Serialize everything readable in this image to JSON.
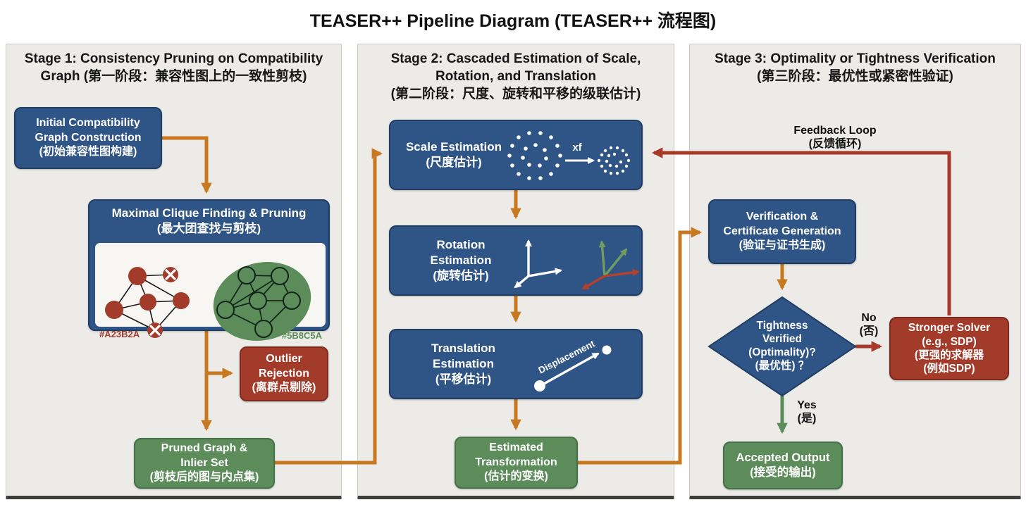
{
  "title": "TEASER++ Pipeline Diagram (TEASER++ 流程图)",
  "stage1": {
    "header": "Stage 1: Consistency Pruning on Compatibility\nGraph (第一阶段：兼容性图上的一致性剪枝)",
    "box_initial": "Initial Compatibility\nGraph Construction\n(初始兼容性图构建)",
    "box_clique_title": "Maximal Clique Finding & Pruning\n(最大团查找与剪枝)",
    "label_pruned_hex": "#A23B2A",
    "label_kept_hex": "#5B8C5A",
    "box_outlier": "Outlier\nRejection\n(离群点剔除)",
    "box_pruned": "Pruned Graph &\nInlier Set\n(剪枝后的图与内点集)"
  },
  "stage2": {
    "header": "Stage 2: Cascaded Estimation of Scale,\nRotation, and Translation\n(第二阶段：尺度、旋转和平移的级联估计)",
    "box_scale": "Scale Estimation\n(尺度估计)",
    "scale_arrow_label": "xf",
    "box_rotation": "Rotation\nEstimation\n(旋转估计)",
    "box_translation": "Translation\nEstimation\n(平移估计)",
    "displacement_label": "Displacement",
    "box_estimated": "Estimated\nTransformation\n(估计的变换)"
  },
  "stage3": {
    "header": "Stage 3: Optimality or Tightness Verification\n(第三阶段：最优性或紧密性验证)",
    "box_verification": "Verification &\nCertificate Generation\n(验证与证书生成)",
    "diamond_decision": "Tightness\nVerified\n(Optimality)?\n(最优性) ？",
    "label_no": "No\n(否)",
    "label_yes": "Yes\n(是)",
    "box_stronger": "Stronger Solver\n(e.g., SDP)\n(更强的求解器\n(例如SDP)",
    "box_accepted": "Accepted Output\n(接受的输出)",
    "feedback_label": "Feedback Loop\n(反馈循环)"
  },
  "colors": {
    "box_blue": "#2F5486",
    "box_green": "#5B8C5A",
    "box_red": "#A23B2A",
    "arrow_orange": "#C8781F",
    "arrow_feedback_red": "#A8392A",
    "arrow_yes_green": "#5B8C5A"
  }
}
